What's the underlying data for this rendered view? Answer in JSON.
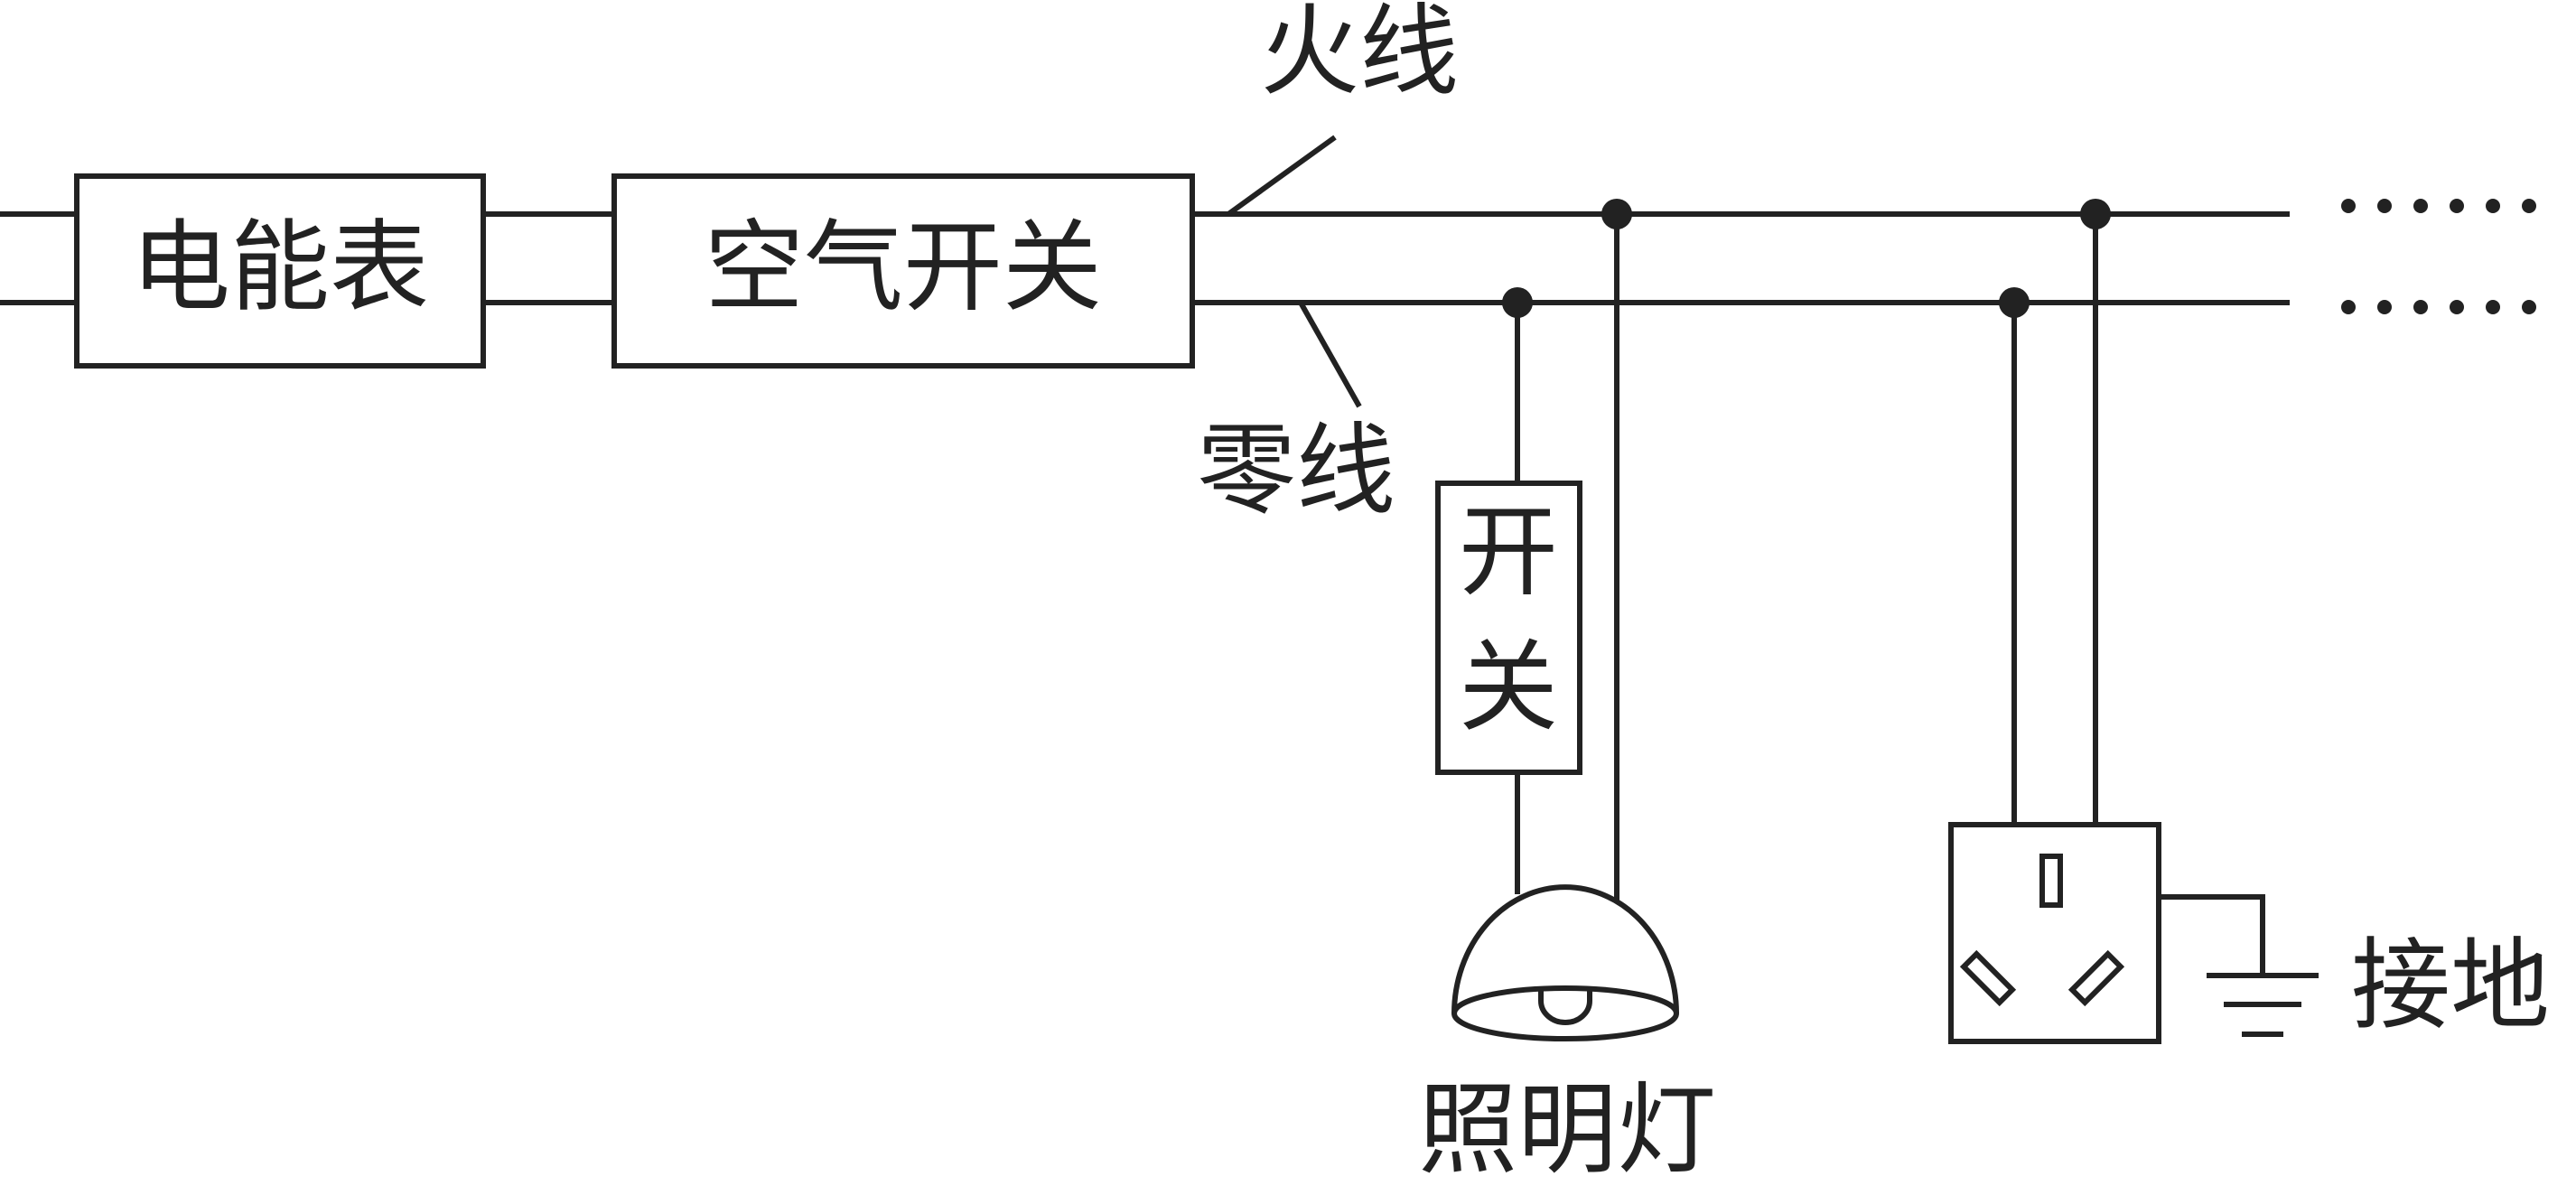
{
  "labels": {
    "meter": "电能表",
    "breaker": "空气开关",
    "live_wire": "火线",
    "neutral_wire": "零线",
    "switch_top": "开",
    "switch_bottom": "关",
    "lamp": "照明灯",
    "ground": "接地"
  },
  "continuation": "……",
  "colors": {
    "line": "#222222",
    "background": "#ffffff"
  }
}
